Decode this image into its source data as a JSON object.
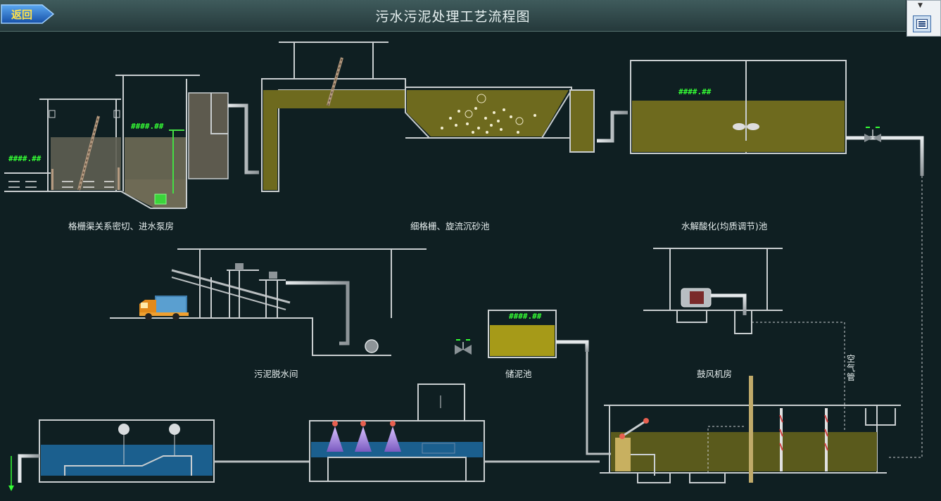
{
  "header": {
    "title": "污水污泥处理工艺流程图",
    "back_label": "返回"
  },
  "labels": {
    "screen_pump": "格栅渠关系密切、进水泵房",
    "fine_screen": "细格栅、旋流沉砂池",
    "hydrolysis": "水解酸化(均质调节)池",
    "dewatering": "污泥脱水间",
    "sludge_tank": "储泥池",
    "blower": "鼓风机房",
    "air_pipe": "空气管"
  },
  "readings": {
    "screen_level": "####.##",
    "pump_well_level": "####.##",
    "hydrolysis_level": "####.##",
    "sludge_level": "####.##"
  },
  "colors": {
    "background": "#0f1f22",
    "sewage": "#6e6a1e",
    "clean_water": "#1b5f8e",
    "pipe": "#c4c9cc",
    "value_text": "#35ff35"
  },
  "icons": {
    "back": "back-arrow-button",
    "corner": "window-menu-icon"
  }
}
